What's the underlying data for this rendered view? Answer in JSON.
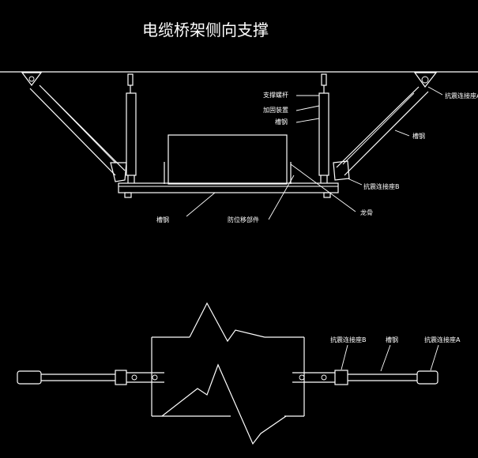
{
  "title": "电缆桥架侧向支撑",
  "labels": {
    "support_screw": "支撑螺杆",
    "reinforce_device": "加固装置",
    "channel_steel_1": "槽钢",
    "anti_seismic_a": "抗震连接座A",
    "channel_steel_2": "槽钢",
    "anti_seismic_b": "抗震连接座B",
    "channel_steel_3": "槽钢",
    "anti_slide": "防位移部件",
    "dragon_label": "龙骨",
    "plan_anti_b": "抗震连接座B",
    "plan_channel": "槽钢",
    "plan_anti_a": "抗震连接座A"
  },
  "colors": {
    "background": "#000000",
    "line": "#ffffff"
  }
}
